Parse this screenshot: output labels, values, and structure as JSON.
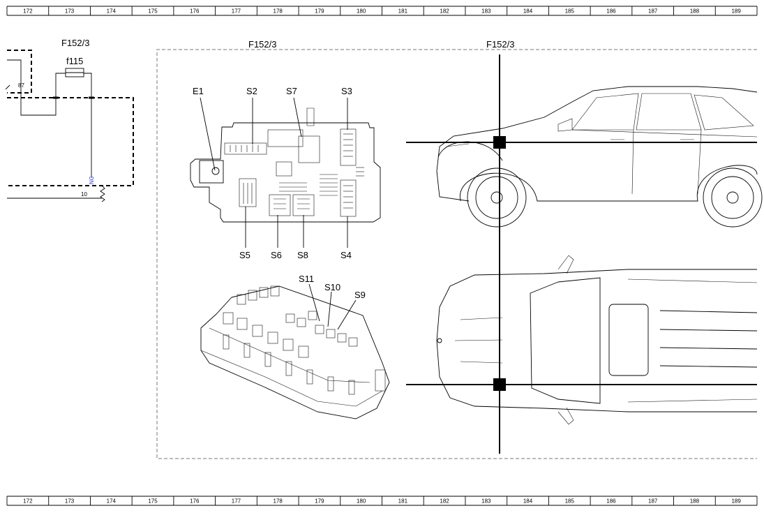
{
  "ruler": {
    "columns": [
      "172",
      "173",
      "174",
      "175",
      "176",
      "177",
      "178",
      "179",
      "180",
      "181",
      "182",
      "183",
      "184",
      "185",
      "186",
      "187",
      "188",
      "189"
    ]
  },
  "circuit": {
    "location_label": "F152/3",
    "fuse_label": "f115",
    "pin_87": "87",
    "pin_nc": "NC",
    "wire_number": "10"
  },
  "module": {
    "location_label_left": "F152/3",
    "location_label_right": "F152/3",
    "top_view_labels": {
      "e1": "E1",
      "s2": "S2",
      "s7": "S7",
      "s3": "S3",
      "s5": "S5",
      "s6": "S6",
      "s8": "S8",
      "s4": "S4"
    },
    "iso_view_labels": {
      "s11": "S11",
      "s10": "S10",
      "s9": "S9"
    }
  }
}
